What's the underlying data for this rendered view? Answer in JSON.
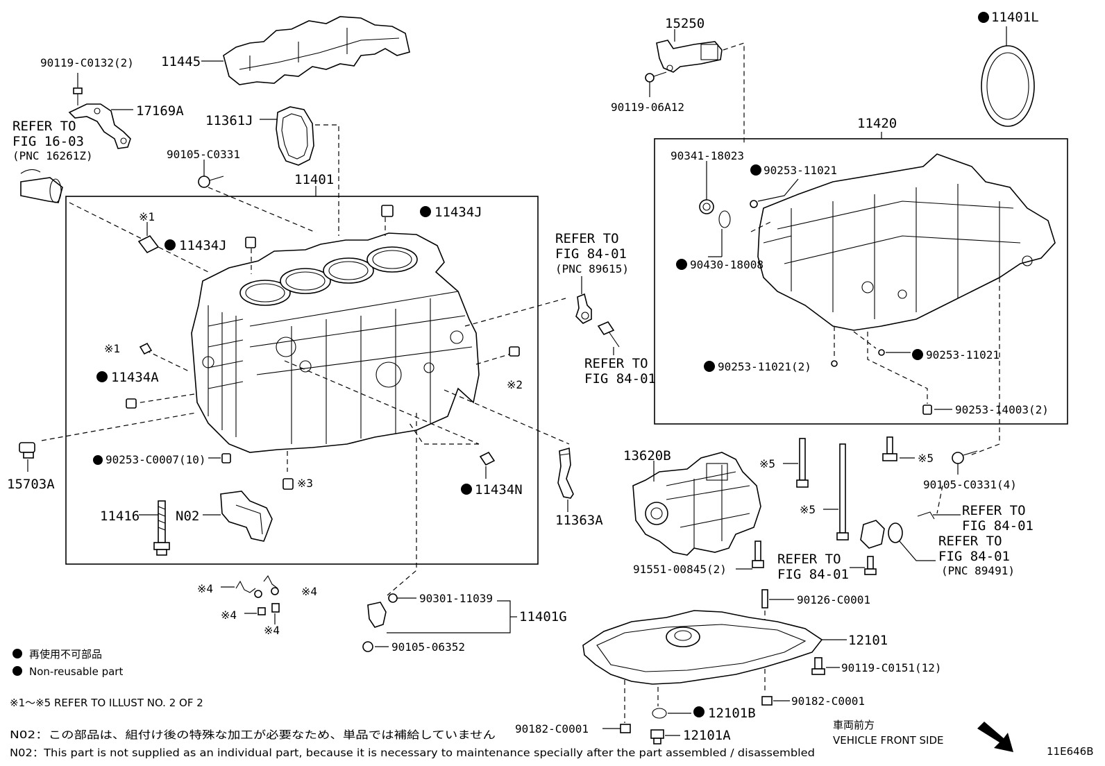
{
  "diagram_code": "11E646B",
  "labels": {
    "p90119_C0132": "90119-C0132(2)",
    "p11445": "11445",
    "p17169A": "17169A",
    "refer_16_03_a": "REFER TO",
    "refer_16_03_b": "FIG 16-03",
    "refer_16_03_c": "(PNC 16261Z)",
    "p11361J": "11361J",
    "p90105_C0331": "90105-C0331",
    "p11401": "11401",
    "p11434J_a": "11434J",
    "p11434J_b": "11434J",
    "ref1_a": "※1",
    "ref1_b": "※1",
    "p11434A": "11434A",
    "ref2": "※2",
    "p15703A": "15703A",
    "p90253_C0007": "90253-C0007(10)",
    "ref3": "※3",
    "p11434N": "11434N",
    "p11416": "11416",
    "N02": "N02",
    "refer_89615_a": "REFER TO",
    "refer_89615_b": "FIG 84-01",
    "refer_89615_c": "(PNC 89615)",
    "refer_84_a": "REFER TO",
    "refer_84_b": "FIG 84-01",
    "p11363A": "11363A",
    "ref4_a": "※4",
    "ref4_b": "※4",
    "ref4_c": "※4",
    "ref4_d": "※4",
    "p90301_11039": "90301-11039",
    "p11401G": "11401G",
    "p90105_06352": "90105-06352",
    "p15250": "15250",
    "p90119_06A12": "90119-06A12",
    "p11401L": "11401L",
    "p11420": "11420",
    "p90341_18023": "90341-18023",
    "p90253_11021_a": "90253-11021",
    "p90430_18008": "90430-18008",
    "p90253_11021_b": "90253-11021",
    "p90253_11021_c": "90253-11021(2)",
    "p90253_14003": "90253-14003(2)",
    "p13620B": "13620B",
    "ref5_a": "※5",
    "ref5_b": "※5",
    "ref5_c": "※5",
    "p90105_C0331_4": "90105-C0331(4)",
    "refer_84_c_a": "REFER TO",
    "refer_84_c_b": "FIG 84-01",
    "refer_89491_a": "REFER TO",
    "refer_89491_b": "FIG 84-01",
    "refer_89491_c": "(PNC 89491)",
    "refer_84_d_a": "REFER TO",
    "refer_84_d_b": "FIG 84-01",
    "p91551_00845": "91551-00845(2)",
    "p90126_C0001": "90126-C0001",
    "p12101": "12101",
    "p90119_C0151": "90119-C0151(12)",
    "p90182_C0001_a": "90182-C0001",
    "p12101B": "12101B",
    "p90182_C0001_b": "90182-C0001",
    "p12101A": "12101A"
  },
  "legend": {
    "jp": "再使用不可部品",
    "en": "Non-reusable part",
    "refer": "※1～※5  REFER TO ILLUST NO. 2 OF 2",
    "n02_jp": "N02：この部品は、組付け後の特殊な加工が必要なため、単品では補給していません",
    "n02_en": "N02：This part is not supplied as an individual part, because it is necessary to maintenance specially after the part assembled / disassembled"
  },
  "front": {
    "jp": "車両前方",
    "en": "VEHICLE FRONT SIDE"
  }
}
